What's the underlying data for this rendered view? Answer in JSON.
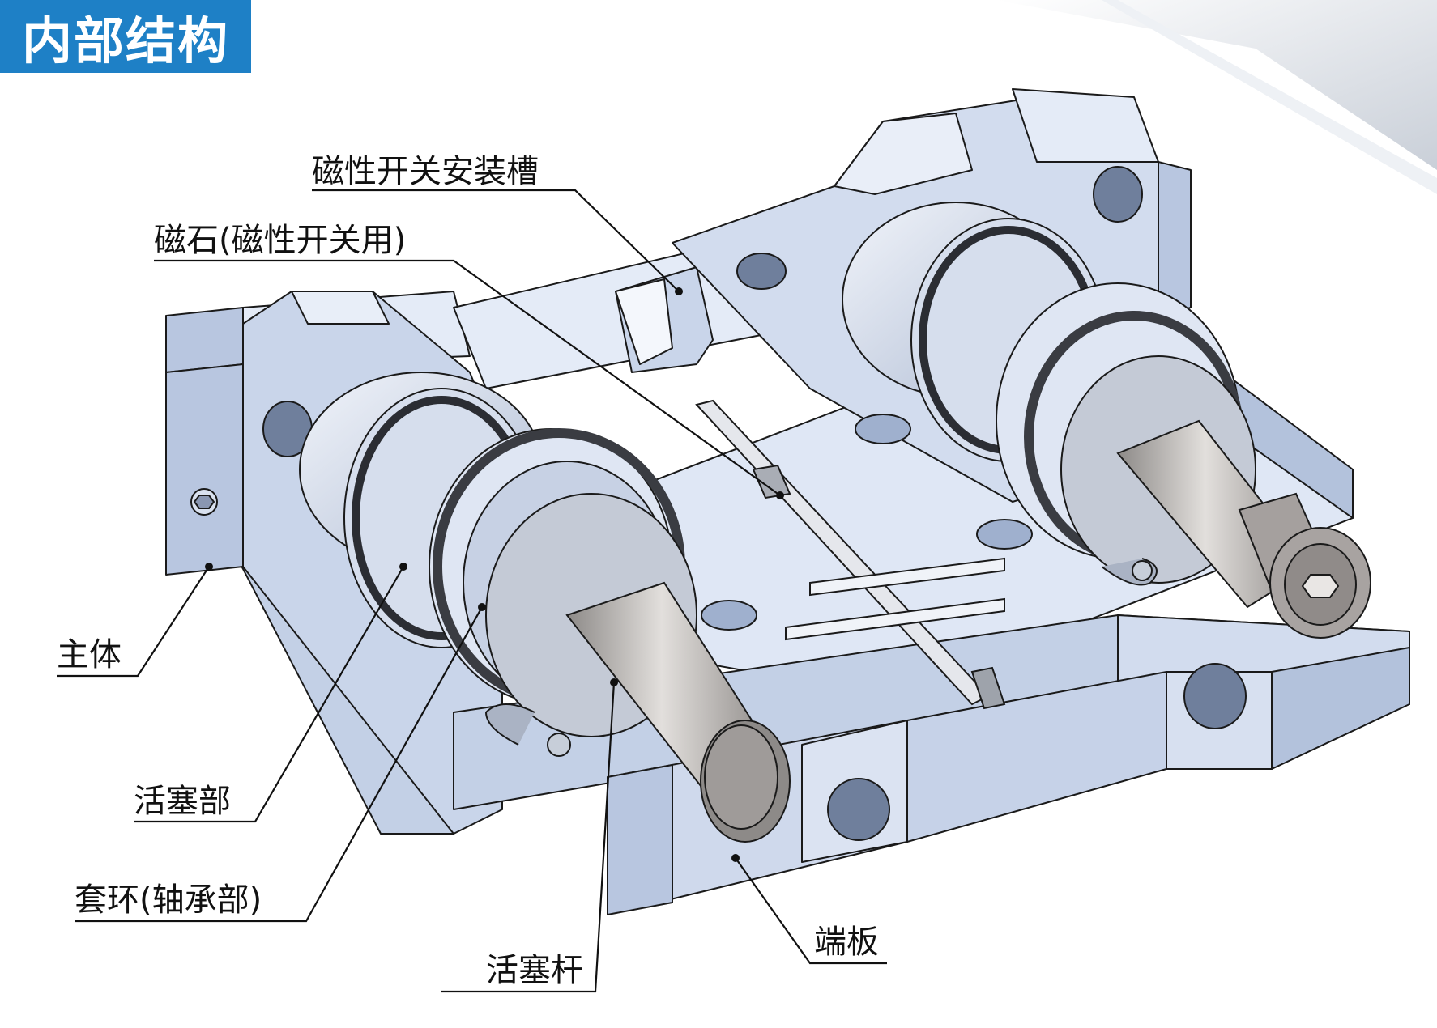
{
  "header": {
    "title": "内部结构"
  },
  "labels": {
    "switch_slot": "磁性开关安装槽",
    "magnet": "磁石(磁性开关用)",
    "body": "主体",
    "piston": "活塞部",
    "bushing": "套环(轴承部)",
    "piston_rod": "活塞杆",
    "end_plate": "端板"
  },
  "colors": {
    "header_bg": "#1e80c6",
    "metal_light": "#dfe7f5",
    "metal_mid": "#b8c6e0",
    "metal_dark": "#8f9fbd",
    "rod_grey": "#b9b6b4",
    "ring_dark": "#3a3c42",
    "line": "#111111"
  },
  "icons": {
    "thread_hole": "threaded-hole-icon",
    "hex_socket": "hex-socket-icon"
  }
}
